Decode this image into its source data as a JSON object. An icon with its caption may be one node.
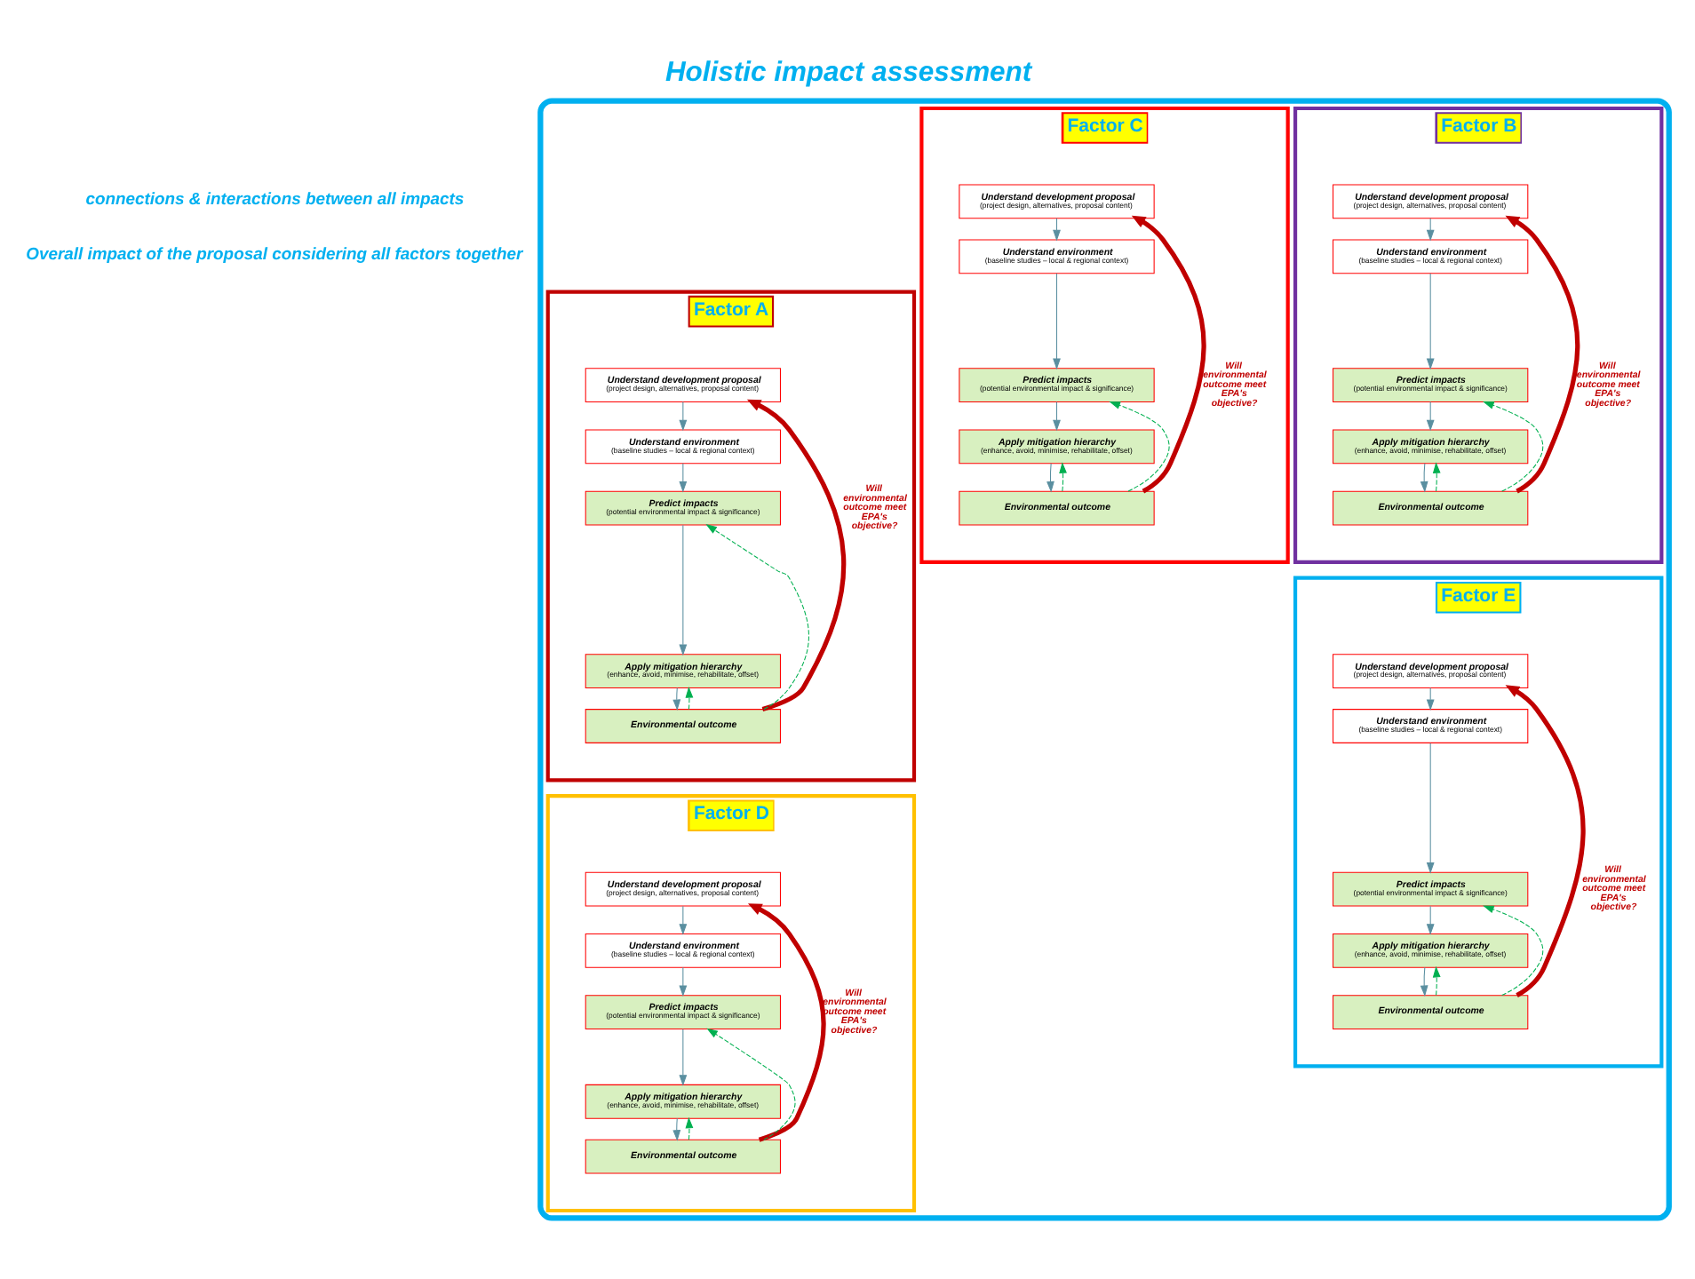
{
  "diagram": {
    "title": "Holistic impact assessment",
    "nodes": [
      {
        "text": [],
        "shape": "cloud"
      },
      {
        "text": [
          "Factor A"
        ],
        "in": 0
      },
      {
        "text": [
          "Understand development proposal",
          "(project design, alternatives, proposal content)"
        ],
        "in": 1
      },
      {
        "text": [
          "Understand environment",
          "(baseline studies – local & regional context)"
        ],
        "in": 1
      },
      {
        "text": [
          "Predict impacts",
          "(potential environmental impact & significance)"
        ],
        "in": 1
      },
      {
        "text": [
          "Apply mitigation hierarchy",
          "(enhance, avoid, minimise, rehabilitate, offset)"
        ],
        "in": 1
      },
      {
        "text": [
          "Environmental outcome"
        ],
        "in": 1
      },
      {
        "text": [
          "Factor B"
        ],
        "in": 0
      },
      {
        "text": [
          "Understand development proposal",
          "(project design, alternatives, proposal content)"
        ],
        "in": 7
      },
      {
        "text": [
          "Understand environment",
          "(baseline studies – local & regional context)"
        ],
        "in": 7
      },
      {
        "text": [
          "Predict impacts",
          "(potential environmental impact & significance)"
        ],
        "in": 7
      },
      {
        "text": [
          "Apply mitigation hierarchy",
          "(enhance, avoid, minimise, rehabilitate, offset)"
        ],
        "in": 7
      },
      {
        "text": [
          "Environmental outcome"
        ],
        "in": 7
      },
      {
        "text": [
          "Factor C"
        ],
        "in": 0
      },
      {
        "text": [
          "Understand development proposal",
          "(project design, alternatives, proposal content)"
        ],
        "in": 13
      },
      {
        "text": [
          "Understand environment",
          "(baseline studies – local & regional context)"
        ],
        "in": 13
      },
      {
        "text": [
          "Predict impacts",
          "(potential environmental impact & significance)"
        ],
        "in": 13
      },
      {
        "text": [
          "Apply mitigation hierarchy",
          "(enhance, avoid, minimise, rehabilitate, offset)"
        ],
        "in": 13
      },
      {
        "text": [
          "Environmental outcome"
        ],
        "in": 13
      },
      {
        "text": [
          "Factor D"
        ],
        "in": 0
      },
      {
        "text": [
          "Understand development proposal",
          "(project design, alternatives, proposal content)"
        ],
        "in": 19
      },
      {
        "text": [
          "Understand environment",
          "(baseline studies – local & regional context)"
        ],
        "in": 19
      },
      {
        "text": [
          "Predict impacts",
          "(potential environmental impact & significance)"
        ],
        "in": 19
      },
      {
        "text": [
          "Apply mitigation hierarchy",
          "(enhance, avoid, minimise, rehabilitate, offset)"
        ],
        "in": 19
      },
      {
        "text": [
          "Environmental outcome"
        ],
        "in": 19
      },
      {
        "text": [
          "Factor E"
        ],
        "in": 0
      },
      {
        "text": [
          "Understand development proposal",
          "(project design, alternatives, proposal content)"
        ],
        "in": 25
      },
      {
        "text": [
          "Understand environment",
          "(baseline studies – local & regional context)"
        ],
        "in": 25
      },
      {
        "text": [
          "Predict impacts",
          "(potential environmental impact & significance)"
        ],
        "in": 25
      },
      {
        "text": [
          "Apply mitigation hierarchy",
          "(enhance, avoid, minimise, rehabilitate, offset)"
        ],
        "in": 25
      },
      {
        "text": [
          "Environmental outcome"
        ],
        "in": 25
      }
    ],
    "edges": [
      {
        "from": 2,
        "to": 3,
        "arrow": "to"
      },
      {
        "from": 3,
        "to": 4,
        "arrow": "to"
      },
      {
        "from": 4,
        "to": 5,
        "arrow": "to"
      },
      {
        "from": 5,
        "to": 6,
        "arrow": "to"
      },
      {
        "from": 6,
        "to": 4,
        "arrow": "to",
        "style": "dashed",
        "color": "#00b050"
      },
      {
        "from": 6,
        "to": 5,
        "arrow": "to",
        "style": "dashed",
        "color": "#00b050"
      },
      {
        "from": 6,
        "to": 1,
        "arrow": "to",
        "style": "thick",
        "color": "#c00000",
        "label": "Will environmental outcome meet EPA's objective?"
      },
      {
        "from": 8,
        "to": 9,
        "arrow": "to"
      },
      {
        "from": 9,
        "to": 10,
        "arrow": "to"
      },
      {
        "from": 10,
        "to": 11,
        "arrow": "to"
      },
      {
        "from": 11,
        "to": 12,
        "arrow": "to"
      },
      {
        "from": 12,
        "to": 10,
        "arrow": "to",
        "style": "dashed",
        "color": "#00b050"
      },
      {
        "from": 12,
        "to": 11,
        "arrow": "to",
        "style": "dashed",
        "color": "#00b050"
      },
      {
        "from": 12,
        "to": 7,
        "arrow": "to",
        "style": "thick",
        "color": "#c00000",
        "label": "Will environmental outcome meet EPA's objective?"
      },
      {
        "from": 14,
        "to": 15,
        "arrow": "to"
      },
      {
        "from": 15,
        "to": 16,
        "arrow": "to"
      },
      {
        "from": 16,
        "to": 17,
        "arrow": "to"
      },
      {
        "from": 17,
        "to": 18,
        "arrow": "to"
      },
      {
        "from": 18,
        "to": 16,
        "arrow": "to",
        "style": "dashed",
        "color": "#00b050"
      },
      {
        "from": 18,
        "to": 17,
        "arrow": "to",
        "style": "dashed",
        "color": "#00b050"
      },
      {
        "from": 18,
        "to": 13,
        "arrow": "to",
        "style": "thick",
        "color": "#c00000",
        "label": "Will environmental outcome meet EPA's objective?"
      },
      {
        "from": 20,
        "to": 21,
        "arrow": "to"
      },
      {
        "from": 21,
        "to": 22,
        "arrow": "to"
      },
      {
        "from": 22,
        "to": 23,
        "arrow": "to"
      },
      {
        "from": 23,
        "to": 24,
        "arrow": "to"
      },
      {
        "from": 24,
        "to": 22,
        "arrow": "to",
        "style": "dashed",
        "color": "#00b050"
      },
      {
        "from": 24,
        "to": 23,
        "arrow": "to",
        "style": "dashed",
        "color": "#00b050"
      },
      {
        "from": 24,
        "to": 19,
        "arrow": "to",
        "style": "thick",
        "color": "#c00000",
        "label": "Will environmental outcome meet EPA's objective?"
      },
      {
        "from": 26,
        "to": 27,
        "arrow": "to"
      },
      {
        "from": 27,
        "to": 28,
        "arrow": "to"
      },
      {
        "from": 28,
        "to": 29,
        "arrow": "to"
      },
      {
        "from": 29,
        "to": 30,
        "arrow": "to"
      },
      {
        "from": 30,
        "to": 28,
        "arrow": "to",
        "style": "dashed",
        "color": "#00b050"
      },
      {
        "from": 30,
        "to": 29,
        "arrow": "to",
        "style": "dashed",
        "color": "#00b050"
      },
      {
        "from": 30,
        "to": 25,
        "arrow": "to",
        "style": "thick",
        "color": "#c00000",
        "label": "Will environmental outcome meet EPA's objective?"
      }
    ],
    "labels": [
      "connections & interactions between all impacts",
      "Overall impact of the proposal considering all factors together"
    ]
  }
}
